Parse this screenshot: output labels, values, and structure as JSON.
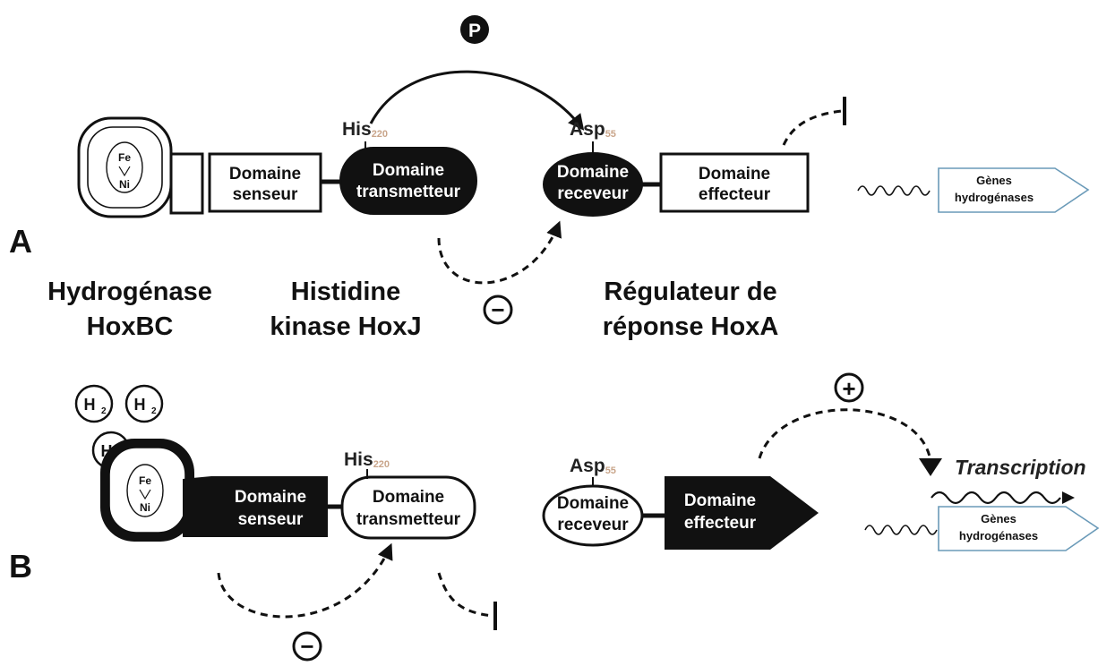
{
  "panels": {
    "a_letter": "A",
    "b_letter": "B"
  },
  "labels": {
    "hydrogenase_line1": "Hydrogénase",
    "hydrogenase_line2": "HoxBC",
    "kinase_line1": "Histidine",
    "kinase_line2": "kinase HoxJ",
    "regulator_line1": "Régulateur de",
    "regulator_line2": "réponse HoxA"
  },
  "domains": {
    "senseur_1": "Domaine",
    "senseur_2": "senseur",
    "transmetteur_1": "Domaine",
    "transmetteur_2": "transmetteur",
    "receveur_1": "Domaine",
    "receveur_2": "receveur",
    "effecteur_1": "Domaine",
    "effecteur_2": "effecteur"
  },
  "residues": {
    "his": "His",
    "his_num": "220",
    "asp": "Asp",
    "asp_num": "55"
  },
  "genes": {
    "line1": "Gènes",
    "line2": "hydrogénases"
  },
  "symbols": {
    "phospho": "P",
    "minus": "−",
    "plus": "+",
    "fe": "Fe",
    "ni": "Ni",
    "h2": "H",
    "h2_sub": "2"
  },
  "transcription": "Transcription"
}
